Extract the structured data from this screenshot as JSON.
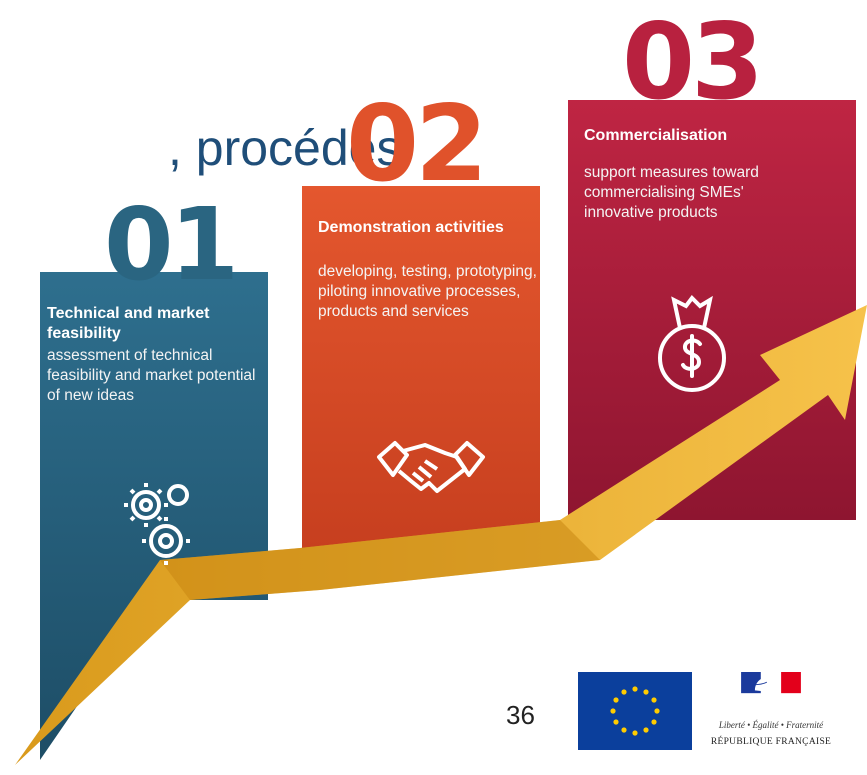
{
  "background_text": {
    "title_fragment": ", procédés",
    "letter_fragment": "e"
  },
  "columns": [
    {
      "number": "01",
      "title": "Technical and market feasibility",
      "description": "assessment of technical feasibility and market potential of new ideas",
      "icon": "gears-icon",
      "color": "#2a6581"
    },
    {
      "number": "02",
      "title": "Demonstration activities",
      "description": "developing, testing, prototyping, piloting innovative processes, products and services",
      "icon": "handshake-icon",
      "color": "#e0522b"
    },
    {
      "number": "03",
      "title": "Commercialisation",
      "description": "support measures toward commercialising SMEs' innovative products",
      "icon": "money-bag-icon",
      "color": "#b8213f"
    }
  ],
  "arrow_color": "#f0b323",
  "page_number": "36",
  "footer": {
    "eu_logo": "eu-flag-icon",
    "rf_motto": "Liberté • Égalité • Fraternité",
    "rf_name": "RÉPUBLIQUE FRANÇAISE"
  }
}
